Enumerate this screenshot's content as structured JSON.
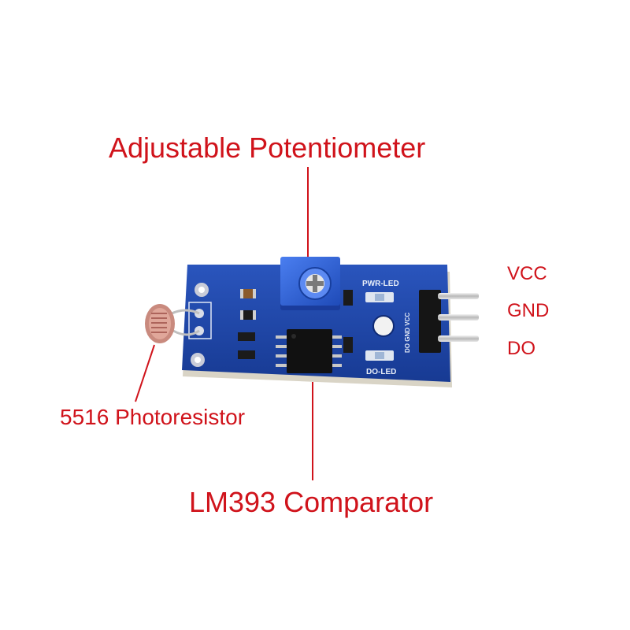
{
  "labels": {
    "potentiometer": "Adjustable Potentiometer",
    "photoresistor": "5516 Photoresistor",
    "comparator": "LM393 Comparator",
    "pin_vcc": "VCC",
    "pin_gnd": "GND",
    "pin_do": "DO"
  },
  "silkscreen": {
    "pwr_led": "PWR-LED",
    "do_led": "DO-LED",
    "pin_header": "DO GND VCC"
  },
  "colors": {
    "label_red": "#d0131b",
    "pcb_blue": "#1f46a8",
    "potentiometer_blue": "#2e63d6"
  }
}
